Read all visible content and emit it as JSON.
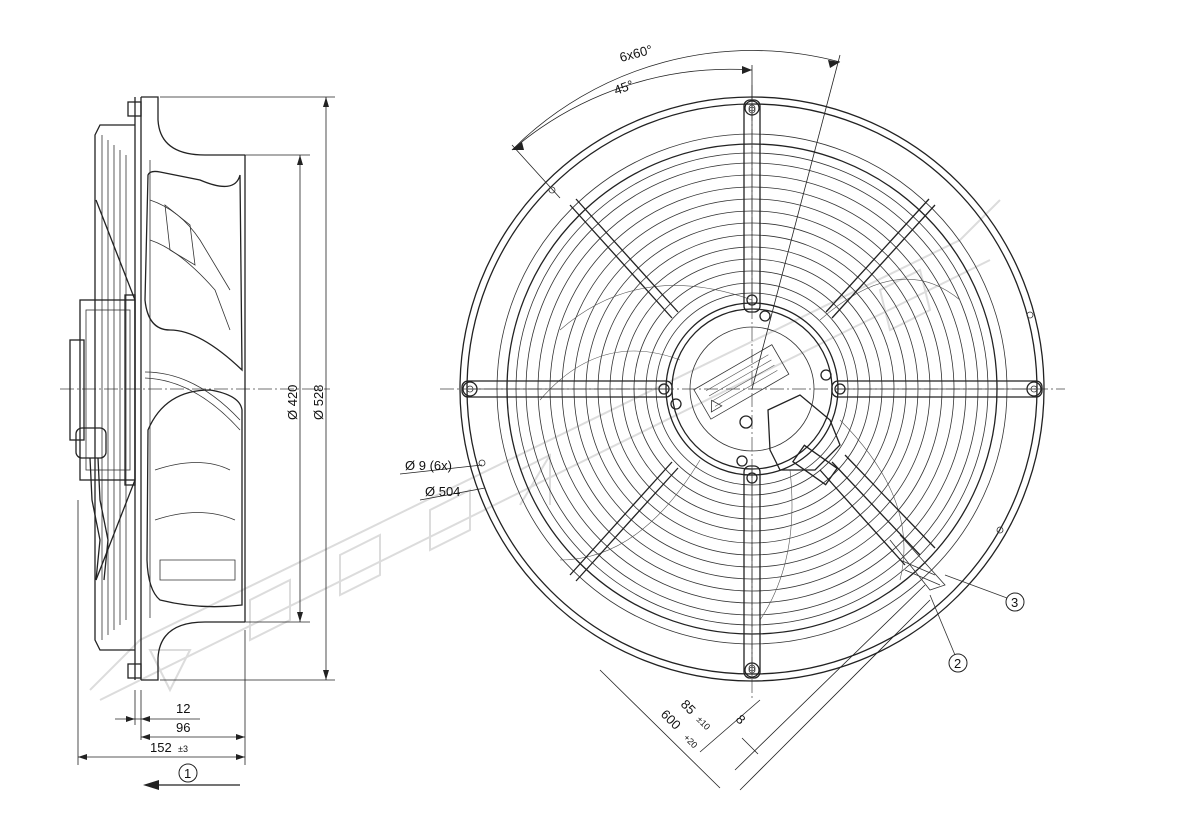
{
  "side_view": {
    "dim_diameter_inner": "Ø 420",
    "dim_diameter_outer": "Ø 528",
    "dim_12": "12",
    "dim_96": "96",
    "dim_152": "152",
    "dim_152_tol": "±3",
    "balloon_1": "1"
  },
  "front_view": {
    "angle_6x60": "6x60°",
    "angle_45": "45°",
    "hole_callout": "Ø 9 (6x)",
    "bolt_circle": "Ø 504",
    "cable_85": "85",
    "cable_85_tol": "±10",
    "cable_600": "600",
    "cable_600_tol": "+20",
    "dim_8": "8",
    "balloon_2": "2",
    "balloon_3": "3"
  },
  "colors": {
    "line": "#222222",
    "watermark": "#dcdcdc",
    "background": "#ffffff"
  }
}
